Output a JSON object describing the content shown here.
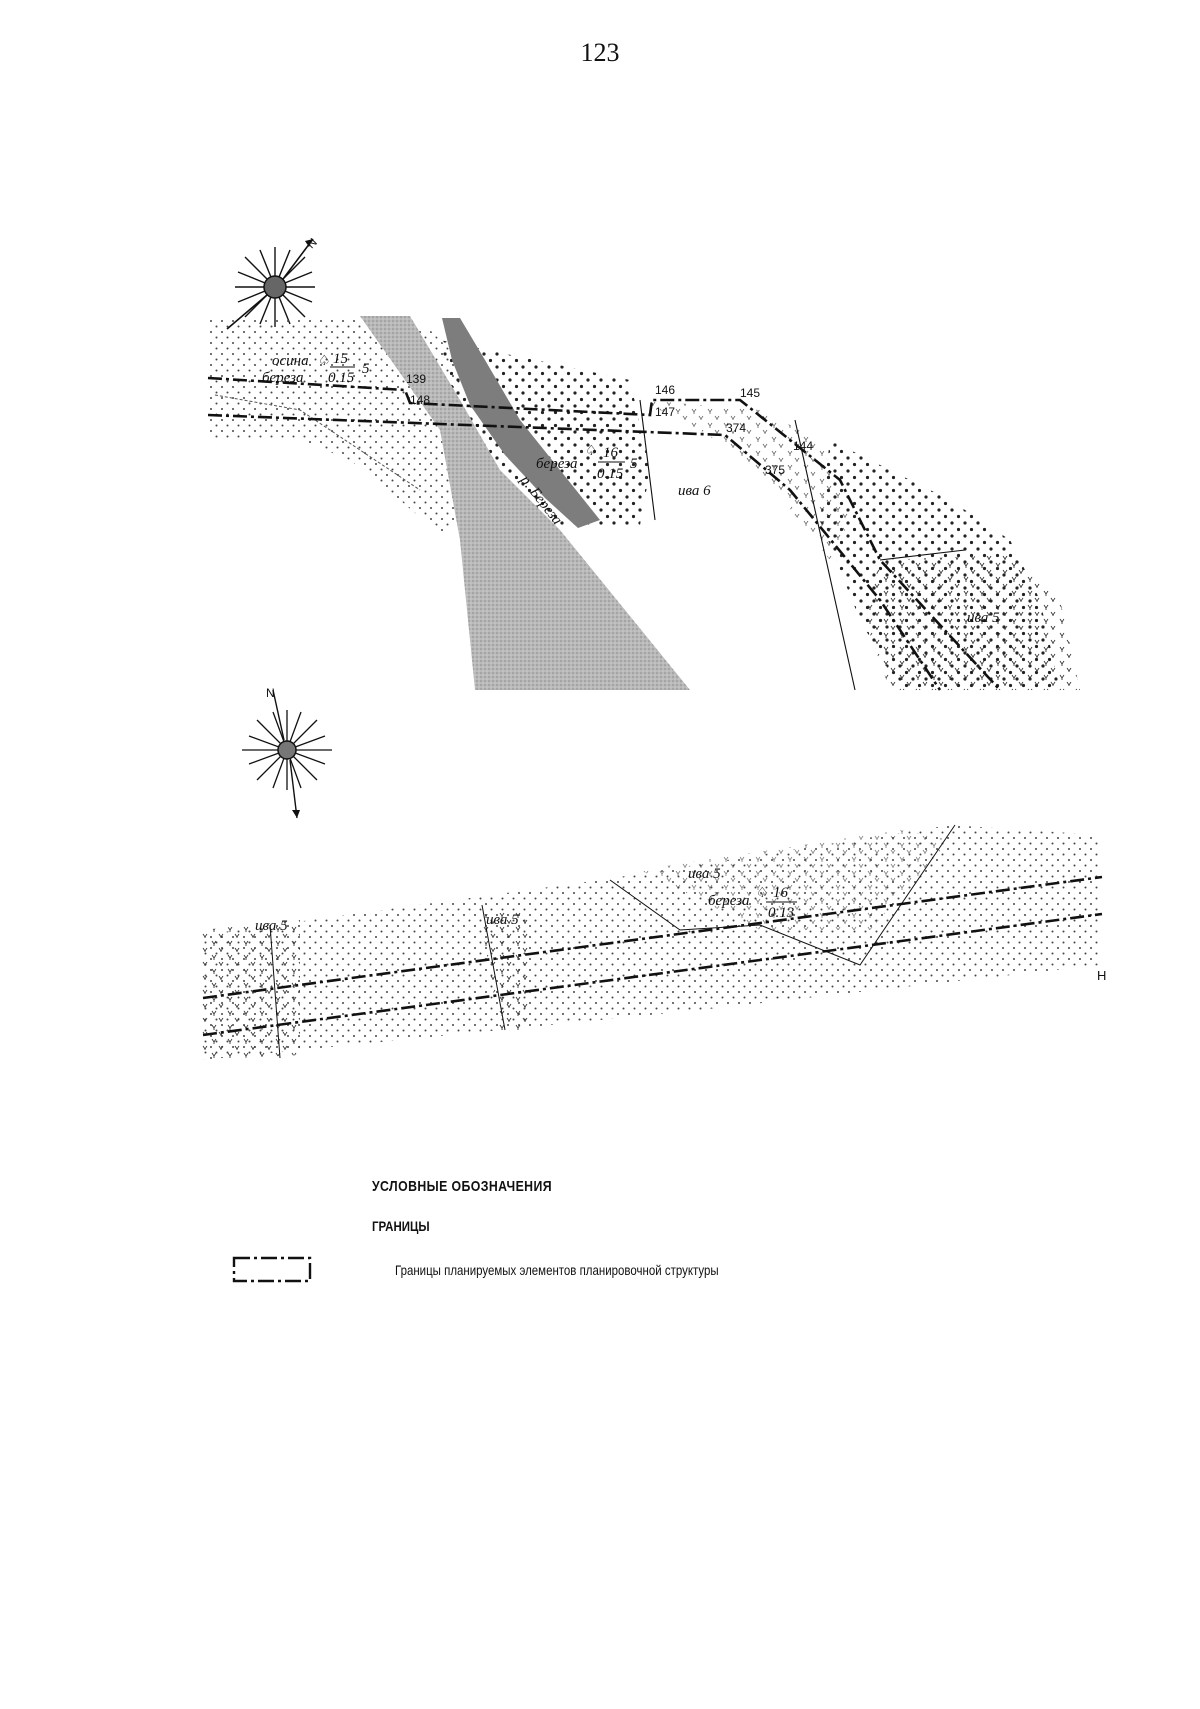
{
  "page_number": "123",
  "map_top": {
    "river_label": "р. Береза",
    "parcels": [
      {
        "species": "осина",
        "fraction_num": "15",
        "fraction_den": "0.15",
        "suffix": "5"
      },
      {
        "species": "береза"
      },
      {
        "species": "береза",
        "fraction_num": "16",
        "fraction_den": "0.15",
        "suffix": "5"
      }
    ],
    "willow_labels": [
      "ива 6",
      "ива 5"
    ],
    "point_numbers": [
      "139",
      "148",
      "146",
      "147",
      "145",
      "374",
      "144",
      "375"
    ],
    "compass_letter": "N"
  },
  "map_bottom": {
    "compass_letter": "N",
    "willow_labels": [
      "ива 5",
      "ива 5",
      "ива 5"
    ],
    "birch_label": {
      "species": "береза",
      "fraction_num": "16",
      "fraction_den": "0.13"
    }
  },
  "legend": {
    "title": "УСЛОВНЫЕ ОБОЗНАЧЕНИЯ",
    "section": "ГРАНИЦЫ",
    "items": [
      {
        "text": "Границы планируемых элементов планировочной структуры"
      }
    ]
  },
  "edge_mark": "Н"
}
